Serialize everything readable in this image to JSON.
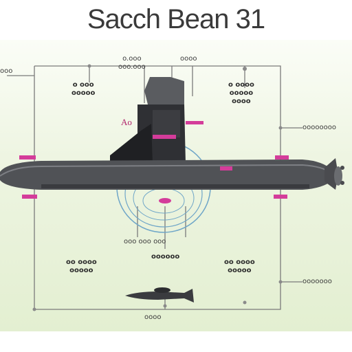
{
  "title": "Sacch Bean 31",
  "colors": {
    "hull": "#505256",
    "hull_dark": "#2c2d30",
    "frame": "#7a7a7a",
    "highlight": "#d43c9a",
    "sonar": "#6fa6c8",
    "background_light": "#fbfdf7",
    "background_green": "#e3efd1"
  },
  "labels": {
    "far_left": "ooo",
    "top_center": "o.ooo\nooo.ooo",
    "top_right": "oooo",
    "left_block": "o ooo\nooooo",
    "right_block": "o oooo\nooooo\noooo",
    "accent": "Ao",
    "right_upper": "oooooooo",
    "center_below": "ooo ooo  ooo",
    "center_code": "oooooo",
    "left_lower": "oo oooo\nooooo",
    "right_lower": "oo oooo\nooooo",
    "right_bottom": "ooooooo",
    "bottom_center": "oooo"
  }
}
